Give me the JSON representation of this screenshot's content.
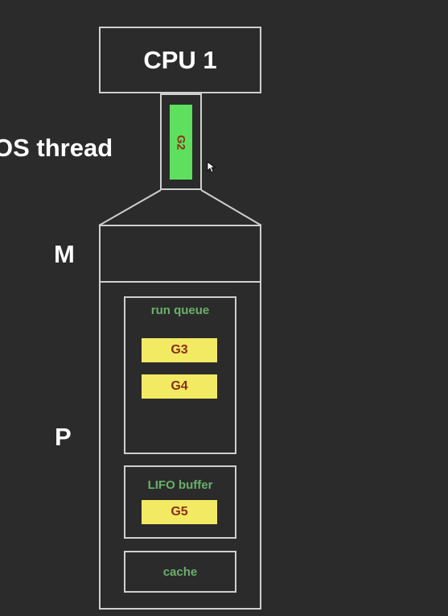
{
  "cpu": {
    "label": "CPU 1"
  },
  "os_thread": {
    "label": "OS thread",
    "goroutine": "G2",
    "goroutine_color": "#5ee05e"
  },
  "m": {
    "label": "M"
  },
  "p": {
    "label": "P",
    "run_queue": {
      "title": "run queue",
      "items": [
        "G3",
        "G4"
      ]
    },
    "lifo_buffer": {
      "title": "LIFO buffer",
      "items": [
        "G5"
      ]
    },
    "cache": {
      "title": "cache"
    }
  },
  "colors": {
    "background": "#2b2b2b",
    "outline": "#cfcfcf",
    "section_text": "#69b06a",
    "queued_goroutine": "#f3ea63",
    "queued_goroutine_text": "#8a2e1a"
  }
}
